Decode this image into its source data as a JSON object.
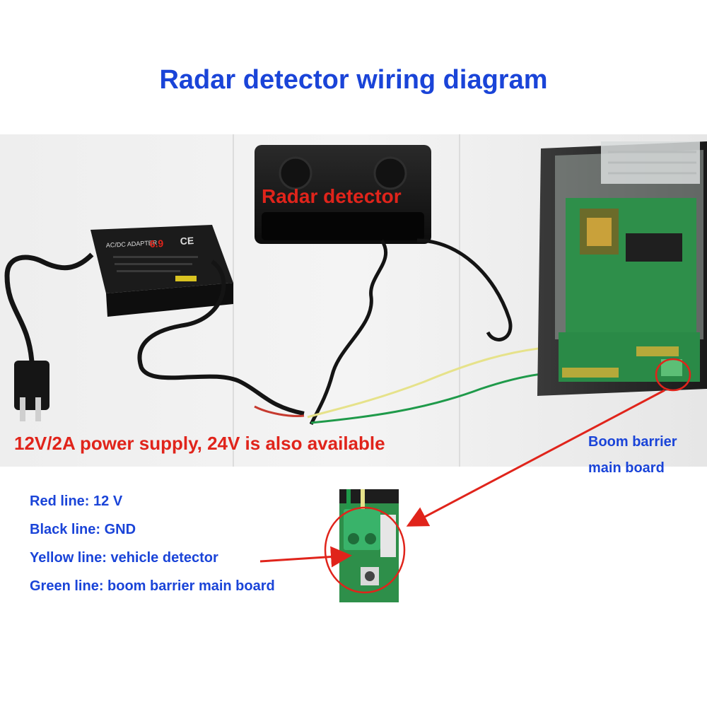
{
  "title": "Radar detector wiring diagram",
  "labels": {
    "radar_detector": "Radar detector",
    "power_supply": "12V/2A power supply, 24V is also available",
    "board_line1": "Boom barrier",
    "board_line2": "main board"
  },
  "adapter_print": {
    "model": "AC/DC ADAPTER",
    "brand": "6.9",
    "ce": "CE"
  },
  "legend": [
    {
      "text": "Red line: 12 V"
    },
    {
      "text": "Black line: GND"
    },
    {
      "text": "Yellow line: vehicle detector"
    },
    {
      "text": "Green line: boom barrier main board"
    }
  ],
  "colors": {
    "title_blue": "#1a44d8",
    "label_red": "#e0241b",
    "callout_red": "#e0241b",
    "wire_black": "#141414",
    "wire_yellow": "#e6e28a",
    "wire_green": "#1f9a4a",
    "board_green": "#2e8f4a"
  }
}
